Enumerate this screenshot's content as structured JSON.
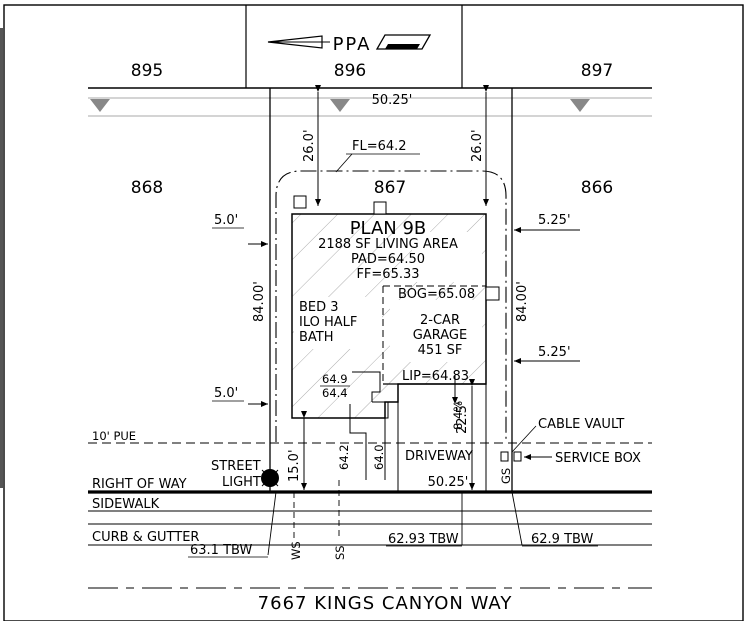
{
  "lots": {
    "lot_895": "895",
    "lot_896": "896",
    "lot_897": "897",
    "lot_868": "868",
    "lot_867": "867",
    "lot_866": "866"
  },
  "dimensions": {
    "rear_width": "50.25'",
    "front_width": "50.25'",
    "rear_setback_left": "26.0'",
    "rear_setback_right": "26.0'",
    "lot_depth_left": "84.00'",
    "lot_depth_right": "84.00'",
    "side_setback_left_top": "5.0'",
    "side_setback_left_bottom": "5.0'",
    "side_setback_right_top": "5.25'",
    "side_setback_right_mid": "5.25'",
    "front_setback": "15.0'",
    "garage_setback": "22.5'",
    "driveway_slope": "8.4%"
  },
  "plan": {
    "fl": "FL=64.2",
    "name": "PLAN 9B",
    "living_area": "2188 SF LIVING AREA",
    "pad": "PAD=64.50",
    "ff": "FF=65.33",
    "bog": "BOG=65.08",
    "lip": "LIP=64.83",
    "bed_line1": "BED 3",
    "bed_line2": "ILO HALF",
    "bed_line3": "BATH",
    "garage_line1": "2-CAR",
    "garage_line2": "GARAGE",
    "garage_line3": "451 SF"
  },
  "elevations": {
    "step_top": "64.9",
    "step_bottom": "64.4",
    "walk_left": "64.2",
    "walk_right": "64.0",
    "tbw_left": "63.1 TBW",
    "tbw_center": "62.93 TBW",
    "tbw_right": "62.9 TBW"
  },
  "labels": {
    "pue": "10' PUE",
    "right_of_way": "RIGHT OF WAY",
    "sidewalk": "SIDEWALK",
    "curb_gutter": "CURB & GUTTER",
    "driveway": "DRIVEWAY",
    "street_light_1": "STREET",
    "street_light_2": "LIGHT",
    "cable_vault": "CABLE VAULT",
    "service_box": "SERVICE BOX",
    "ws": "WS",
    "ss": "SS",
    "gs": "GS",
    "ppa": "PPA"
  },
  "street_name": "7667 KINGS CANYON WAY"
}
